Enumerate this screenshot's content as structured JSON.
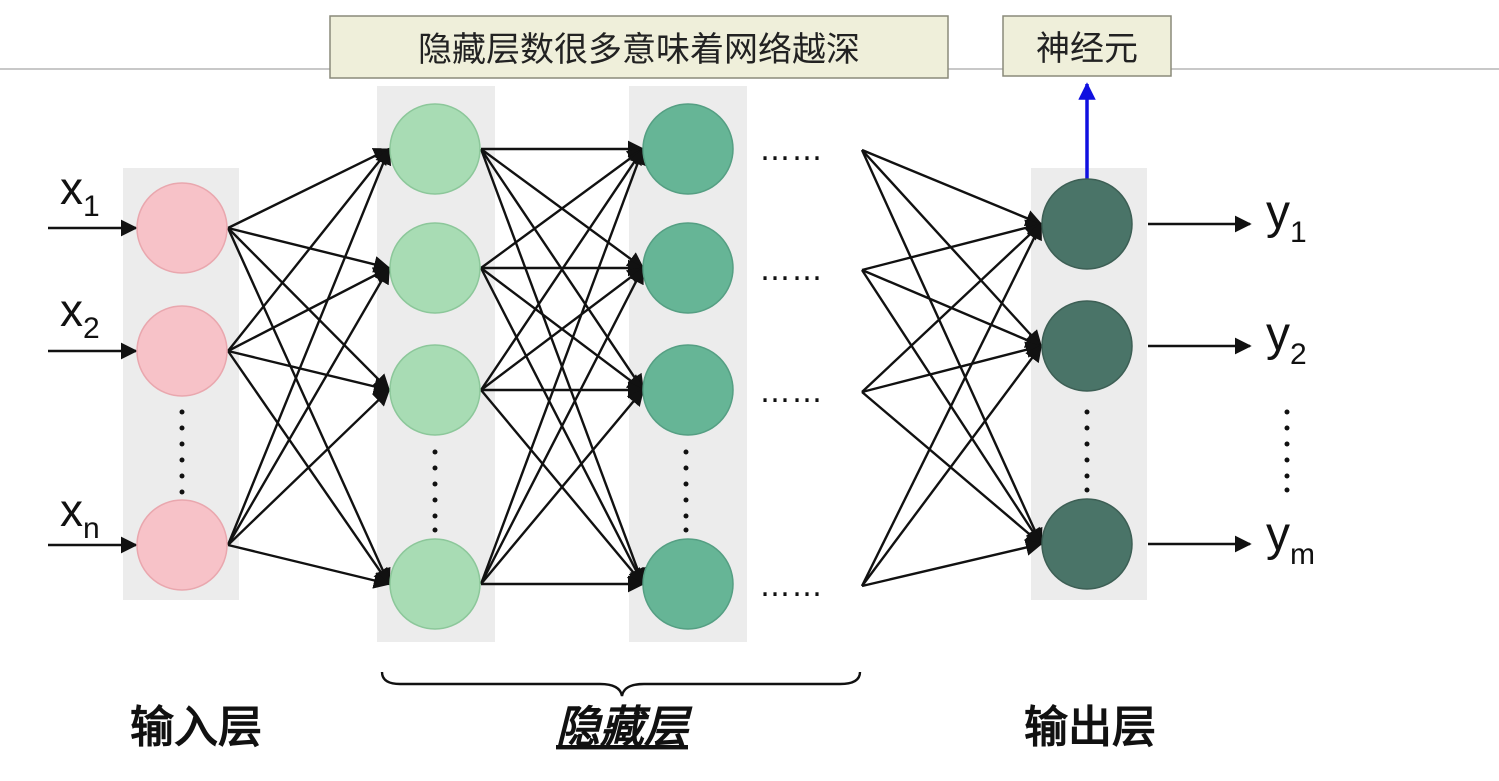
{
  "callouts": {
    "hidden_note": "隐藏层数很多意味着网络越深",
    "neuron_note": "神经元"
  },
  "layer_labels": {
    "input": "输入层",
    "hidden": "隐藏层",
    "output": "输出层"
  },
  "inputs": [
    {
      "base": "x",
      "sub": "1"
    },
    {
      "base": "x",
      "sub": "2"
    },
    {
      "base": "x",
      "sub": "n"
    }
  ],
  "outputs": [
    {
      "base": "y",
      "sub": "1"
    },
    {
      "base": "y",
      "sub": "2"
    },
    {
      "base": "y",
      "sub": "m"
    }
  ],
  "ellipsis_text": "……",
  "colors": {
    "input_node": "#f7c2c8",
    "input_node_stroke": "#e9a7ae",
    "hidden1_node": "#a8dcb4",
    "hidden1_node_stroke": "#8cc79a",
    "hidden2_node": "#66b596",
    "hidden2_node_stroke": "#559f83",
    "output_node": "#4a7468",
    "output_node_stroke": "#3d5f55",
    "layer_band": "#ececec",
    "neuron_pointer": "#1010e0",
    "rule_line": "#b5b5b5"
  }
}
